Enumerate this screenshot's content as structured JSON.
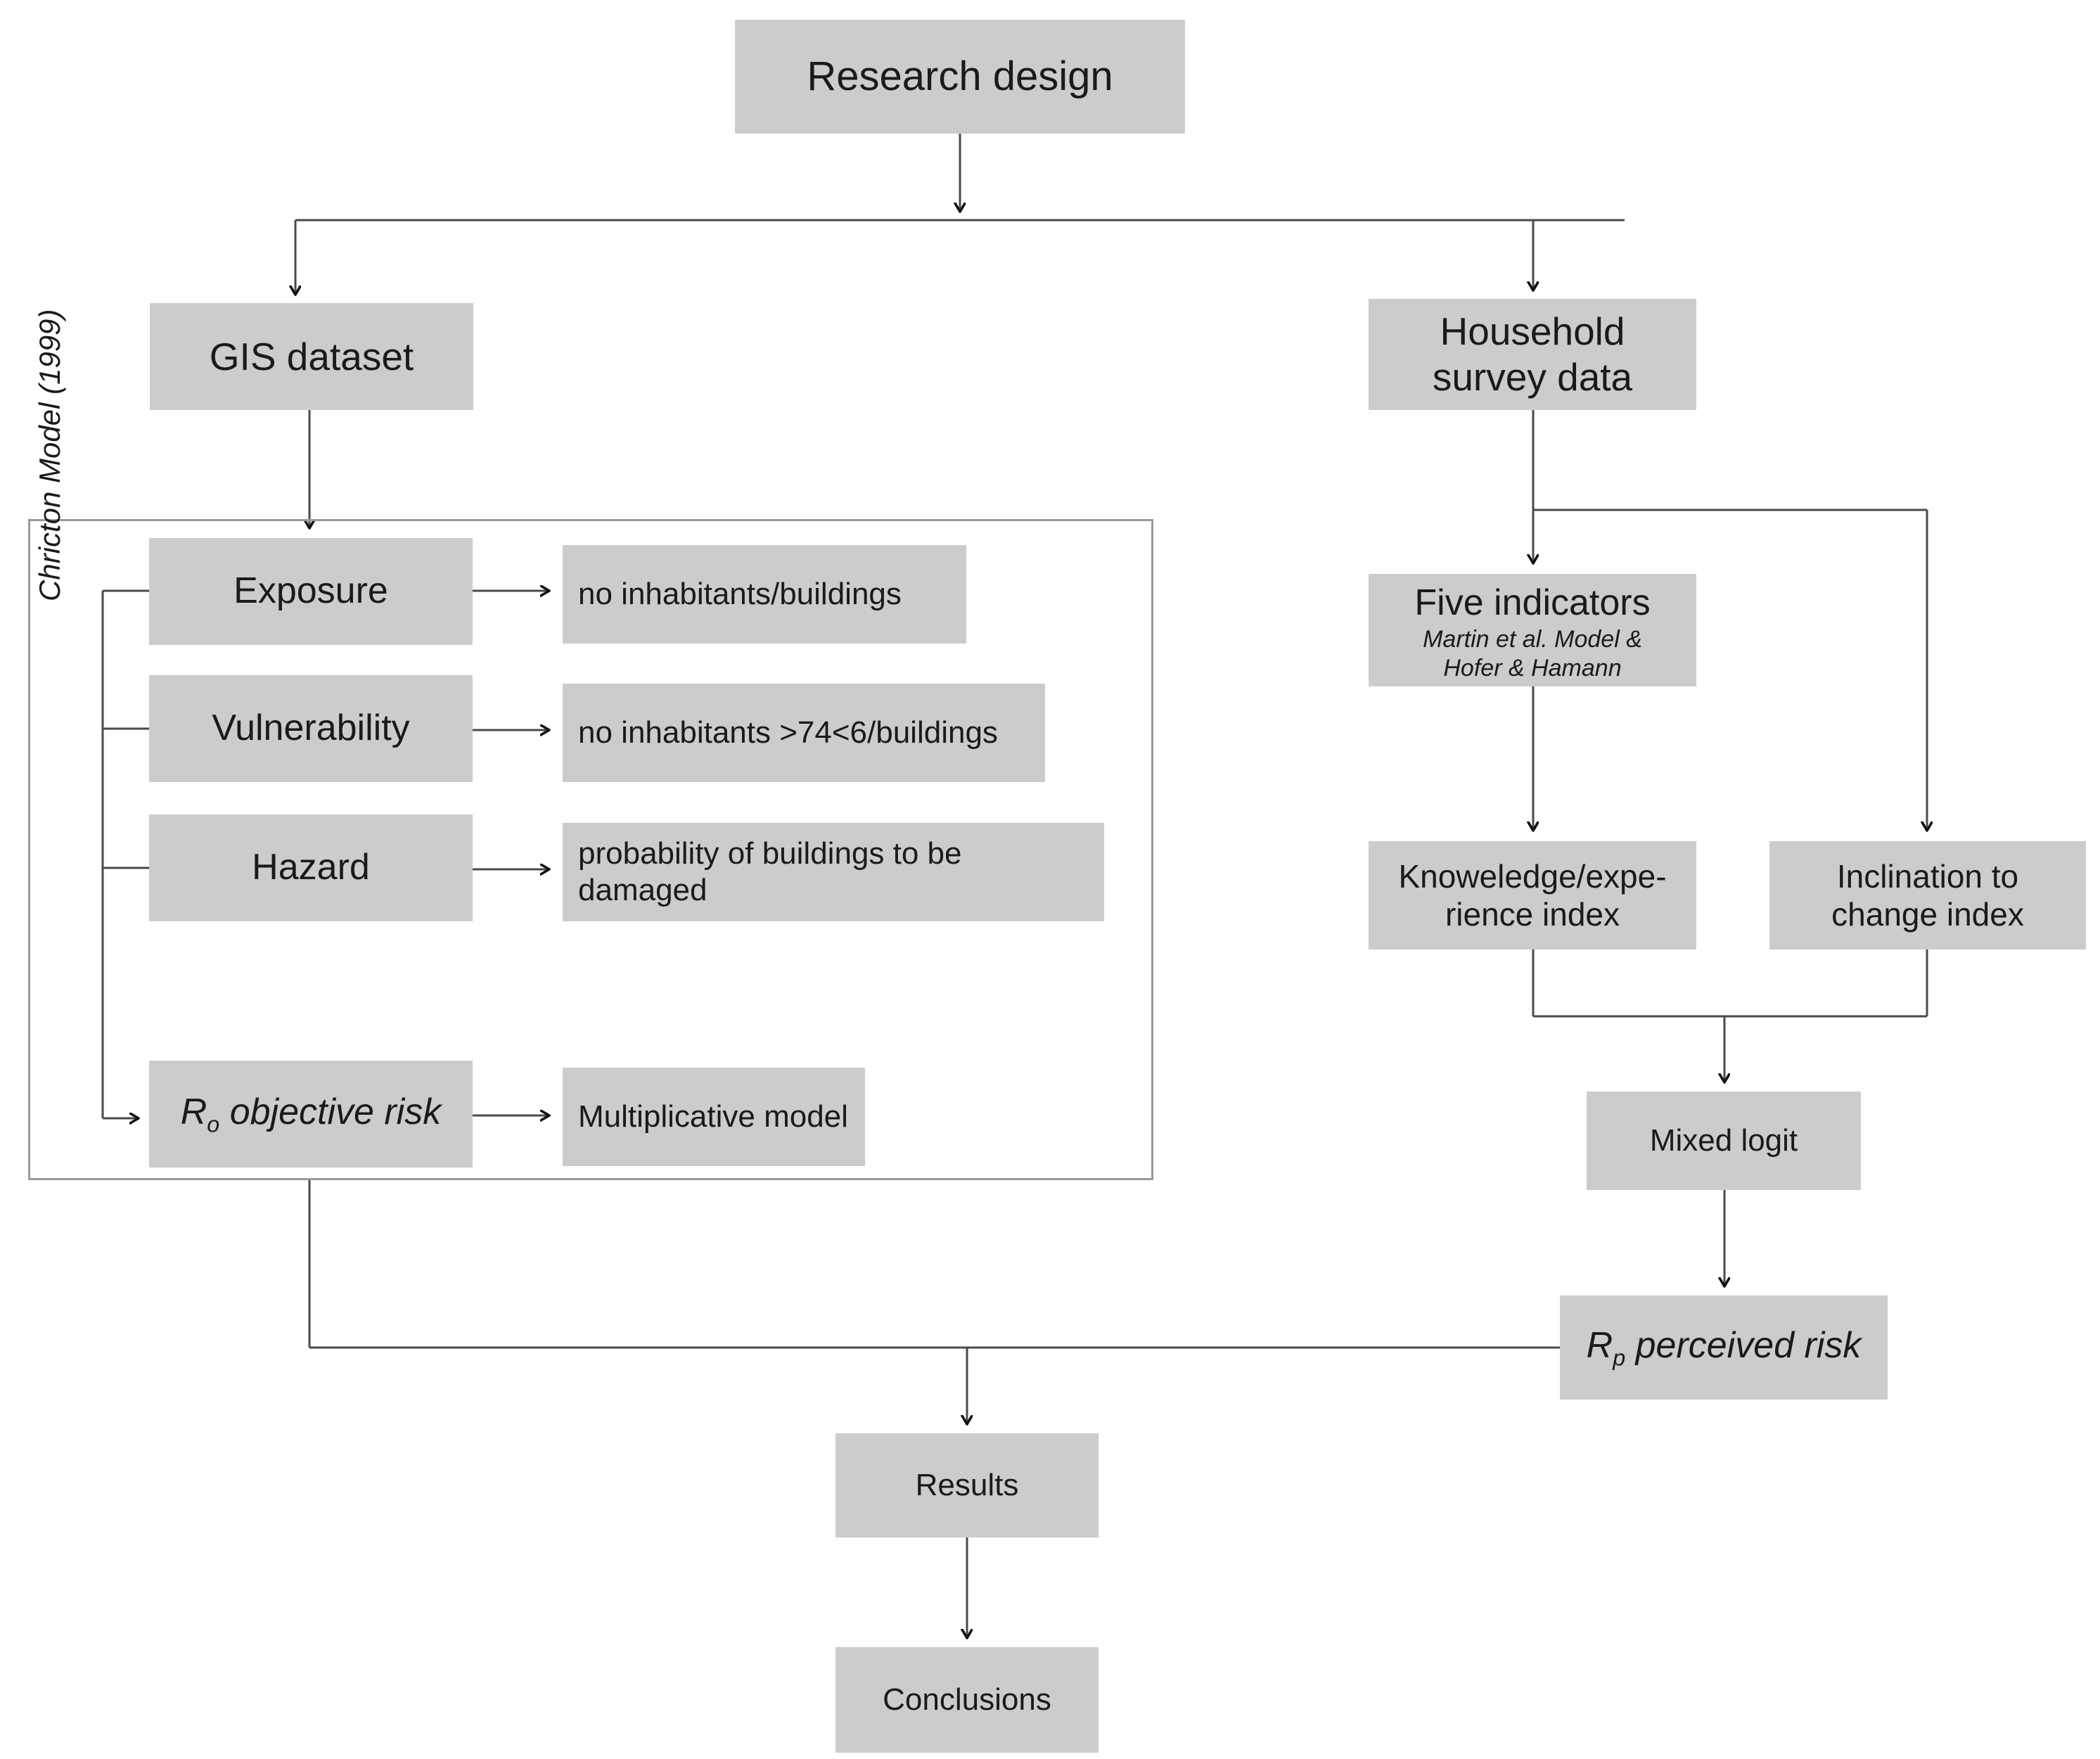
{
  "diagram": {
    "title": "Research design flowchart",
    "colors": {
      "node_fill": "#cccccc",
      "connector": "#444444",
      "group_border": "#9a9a9a",
      "background": "#ffffff",
      "text": "#1a1a1a"
    },
    "group": {
      "label": "Chricton Model (1999)"
    },
    "nodes": {
      "research_design": "Research design",
      "gis_dataset": "GIS dataset",
      "household_survey": "Household\nsurvey data",
      "household_survey_line1": "Household",
      "household_survey_line2": "survey data",
      "exposure": "Exposure",
      "vulnerability": "Vulnerability",
      "hazard": "Hazard",
      "objective_risk_symbol": "R",
      "objective_risk_subscript": "o",
      "objective_risk_text": "objective risk",
      "desc_exposure": "no inhabitants/buildings",
      "desc_vulnerability": "no inhabitants >74<6/buildings",
      "desc_hazard": "probability of buildings to be damaged",
      "desc_objective_risk": "Multiplicative model",
      "five_indicators_title": "Five indicators",
      "five_indicators_sub_line1": "Martin et al. Model &",
      "five_indicators_sub_line2": "Hofer & Hamann",
      "knowledge_index_line1": "Knoweledge/expe-",
      "knowledge_index_line2": "rience index",
      "inclination_line1": "Inclination to",
      "inclination_line2": "change index",
      "mixed_logit": "Mixed logit",
      "perceived_risk_symbol": "R",
      "perceived_risk_subscript": "p",
      "perceived_risk_text": "perceived risk",
      "results": "Results",
      "conclusions": "Conclusions"
    },
    "edges": [
      {
        "from": "research_design",
        "to": "gis_dataset",
        "style": "elbow-split-arrow"
      },
      {
        "from": "research_design",
        "to": "household_survey",
        "style": "elbow-split-arrow"
      },
      {
        "from": "gis_dataset",
        "to": "exposure_bus",
        "style": "straight-arrow"
      },
      {
        "from": "bus",
        "to": "exposure",
        "style": "straight"
      },
      {
        "from": "bus",
        "to": "vulnerability",
        "style": "straight"
      },
      {
        "from": "bus",
        "to": "hazard",
        "style": "straight"
      },
      {
        "from": "bus",
        "to": "objective_risk",
        "style": "elbow-arrow"
      },
      {
        "from": "exposure",
        "to": "desc_exposure",
        "style": "straight-arrow"
      },
      {
        "from": "vulnerability",
        "to": "desc_vulnerability",
        "style": "straight-arrow"
      },
      {
        "from": "hazard",
        "to": "desc_hazard",
        "style": "straight-arrow"
      },
      {
        "from": "objective_risk",
        "to": "desc_objective_risk",
        "style": "straight-arrow"
      },
      {
        "from": "household_survey",
        "to": "five_indicators",
        "style": "straight-arrow"
      },
      {
        "from": "household_survey",
        "to": "inclination",
        "style": "elbow-arrow"
      },
      {
        "from": "five_indicators",
        "to": "knowledge_index",
        "style": "straight-arrow"
      },
      {
        "from": "knowledge_index",
        "to": "mixed_logit",
        "style": "merge-arrow"
      },
      {
        "from": "inclination",
        "to": "mixed_logit",
        "style": "merge-arrow"
      },
      {
        "from": "mixed_logit",
        "to": "perceived_risk",
        "style": "straight-arrow"
      },
      {
        "from": "objective_risk",
        "to": "results",
        "style": "elbow-arrow"
      },
      {
        "from": "perceived_risk",
        "to": "results",
        "style": "elbow-arrow"
      },
      {
        "from": "results",
        "to": "conclusions",
        "style": "straight-arrow"
      }
    ]
  }
}
